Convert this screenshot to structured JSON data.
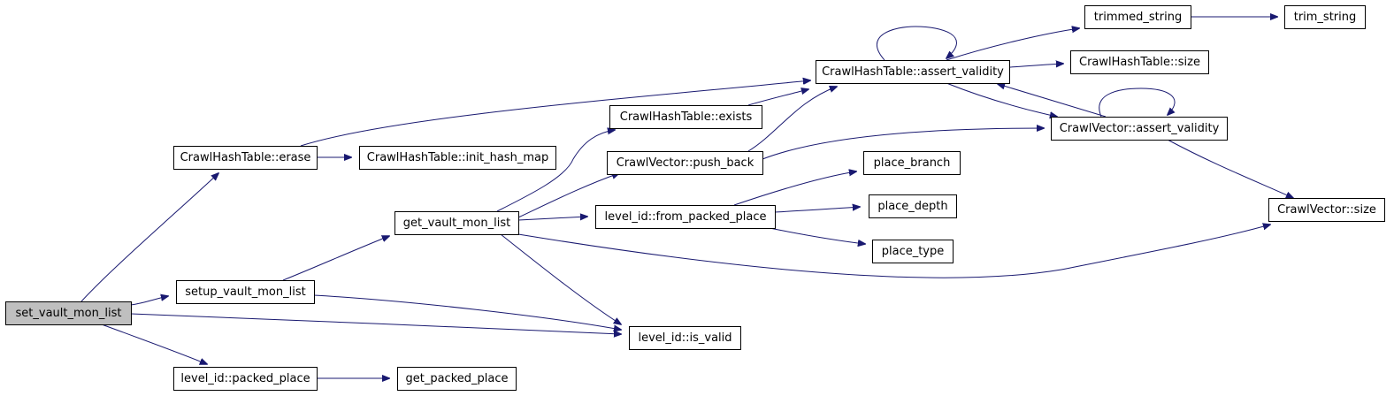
{
  "graph": {
    "type": "call-graph",
    "edge_color": "#191970",
    "root_fill": "#bfbfbf",
    "node_fill": "#ffffff",
    "nodes": [
      {
        "id": "set_vault_mon_list",
        "label": "set_vault_mon_list",
        "root": true
      },
      {
        "id": "erase",
        "label": "CrawlHashTable::erase"
      },
      {
        "id": "setup_vault_mon_list",
        "label": "setup_vault_mon_list"
      },
      {
        "id": "lid_packed_place",
        "label": "level_id::packed_place"
      },
      {
        "id": "init_hash_map",
        "label": "CrawlHashTable::init_hash_map"
      },
      {
        "id": "get_vault_mon_list",
        "label": "get_vault_mon_list"
      },
      {
        "id": "lid_is_valid",
        "label": "level_id::is_valid"
      },
      {
        "id": "get_packed_place",
        "label": "get_packed_place"
      },
      {
        "id": "ht_exists",
        "label": "CrawlHashTable::exists"
      },
      {
        "id": "vec_push_back",
        "label": "CrawlVector::push_back"
      },
      {
        "id": "lid_from_packed_place",
        "label": "level_id::from_packed_place"
      },
      {
        "id": "ht_assert_validity",
        "label": "CrawlHashTable::assert_validity"
      },
      {
        "id": "place_branch",
        "label": "place_branch"
      },
      {
        "id": "place_depth",
        "label": "place_depth"
      },
      {
        "id": "place_type",
        "label": "place_type"
      },
      {
        "id": "trimmed_string",
        "label": "trimmed_string"
      },
      {
        "id": "trim_string",
        "label": "trim_string"
      },
      {
        "id": "ht_size",
        "label": "CrawlHashTable::size"
      },
      {
        "id": "vec_assert_validity",
        "label": "CrawlVector::assert_validity"
      },
      {
        "id": "vec_size",
        "label": "CrawlVector::size"
      }
    ],
    "edges": [
      {
        "from": "set_vault_mon_list",
        "to": "erase"
      },
      {
        "from": "set_vault_mon_list",
        "to": "setup_vault_mon_list"
      },
      {
        "from": "set_vault_mon_list",
        "to": "lid_is_valid"
      },
      {
        "from": "set_vault_mon_list",
        "to": "lid_packed_place"
      },
      {
        "from": "erase",
        "to": "init_hash_map"
      },
      {
        "from": "erase",
        "to": "ht_assert_validity"
      },
      {
        "from": "setup_vault_mon_list",
        "to": "get_vault_mon_list"
      },
      {
        "from": "setup_vault_mon_list",
        "to": "lid_is_valid"
      },
      {
        "from": "lid_packed_place",
        "to": "get_packed_place"
      },
      {
        "from": "get_vault_mon_list",
        "to": "ht_exists"
      },
      {
        "from": "get_vault_mon_list",
        "to": "vec_push_back"
      },
      {
        "from": "get_vault_mon_list",
        "to": "lid_from_packed_place"
      },
      {
        "from": "get_vault_mon_list",
        "to": "lid_is_valid"
      },
      {
        "from": "get_vault_mon_list",
        "to": "vec_size"
      },
      {
        "from": "ht_exists",
        "to": "ht_assert_validity"
      },
      {
        "from": "vec_push_back",
        "to": "ht_assert_validity"
      },
      {
        "from": "vec_push_back",
        "to": "vec_assert_validity"
      },
      {
        "from": "lid_from_packed_place",
        "to": "place_branch"
      },
      {
        "from": "lid_from_packed_place",
        "to": "place_depth"
      },
      {
        "from": "lid_from_packed_place",
        "to": "place_type"
      },
      {
        "from": "ht_assert_validity",
        "to": "ht_assert_validity"
      },
      {
        "from": "ht_assert_validity",
        "to": "trimmed_string"
      },
      {
        "from": "ht_assert_validity",
        "to": "ht_size"
      },
      {
        "from": "ht_assert_validity",
        "to": "vec_assert_validity"
      },
      {
        "from": "vec_assert_validity",
        "to": "vec_assert_validity"
      },
      {
        "from": "vec_assert_validity",
        "to": "ht_assert_validity"
      },
      {
        "from": "vec_assert_validity",
        "to": "vec_size"
      },
      {
        "from": "trimmed_string",
        "to": "trim_string"
      }
    ]
  }
}
